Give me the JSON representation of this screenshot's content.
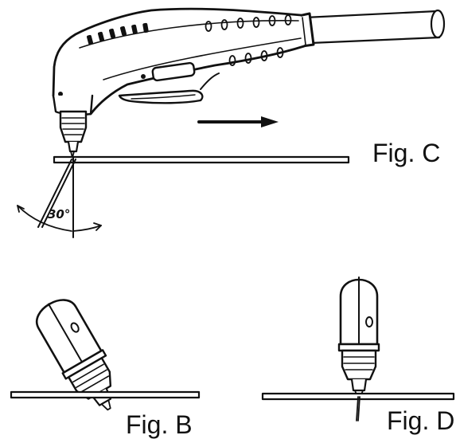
{
  "figure_c": {
    "label": "Fig. C",
    "angle_label": "30°"
  },
  "figure_b": {
    "label": "Fig. B"
  },
  "figure_d": {
    "label": "Fig. D"
  },
  "colors": {
    "ink": "#111111",
    "background": "#ffffff"
  },
  "icons": {
    "direction": "arrow-right-icon"
  }
}
